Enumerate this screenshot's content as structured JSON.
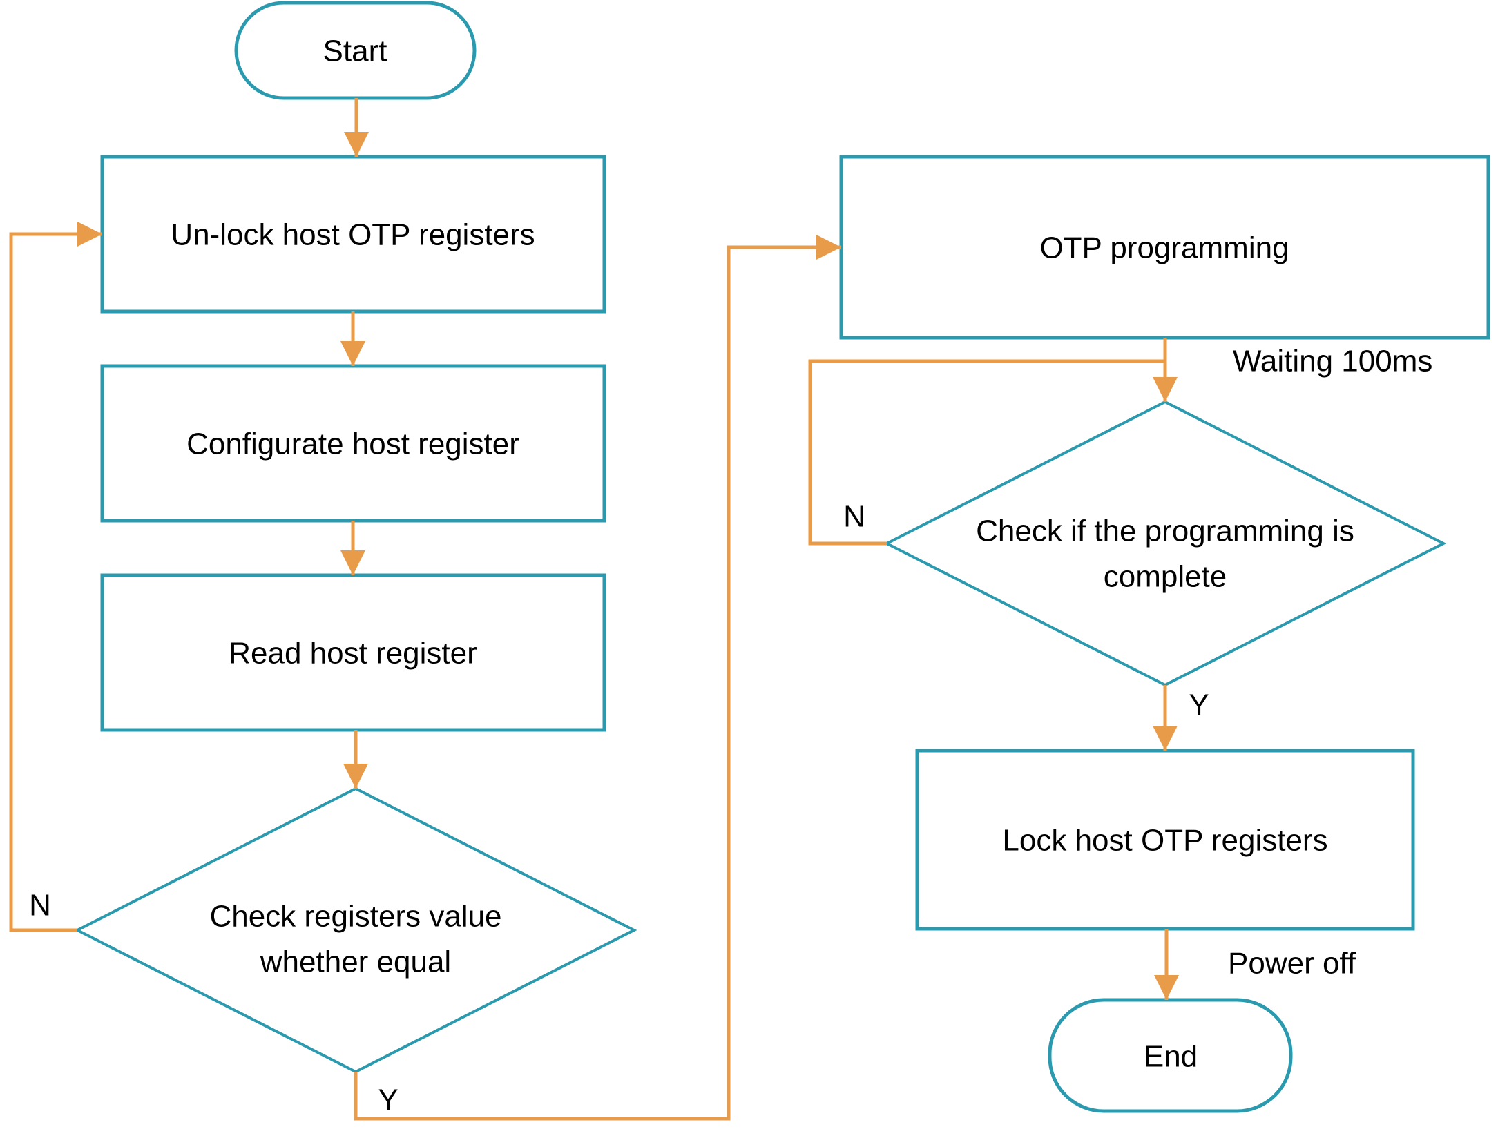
{
  "flowchart": {
    "background": "#ffffff",
    "colors": {
      "shape_stroke": "#2B99AE",
      "arrow": "#E89B49",
      "text": "#000000"
    },
    "nodes": {
      "start": {
        "type": "terminator",
        "label": "Start"
      },
      "unlock": {
        "type": "process",
        "label": "Un-lock host OTP registers"
      },
      "configurate": {
        "type": "process",
        "label": "Configurate host register"
      },
      "read": {
        "type": "process",
        "label": "Read host register"
      },
      "check_registers": {
        "type": "decision",
        "lines": [
          "Check registers value",
          "whether equal"
        ]
      },
      "otp_programming": {
        "type": "process",
        "label": "OTP programming"
      },
      "check_programming": {
        "type": "decision",
        "lines": [
          "Check if the programming is",
          "complete"
        ]
      },
      "lock": {
        "type": "process",
        "label": "Lock host OTP registers"
      },
      "end": {
        "type": "terminator",
        "label": "End"
      }
    },
    "edges": [
      {
        "from": "start",
        "to": "unlock",
        "label": ""
      },
      {
        "from": "unlock",
        "to": "configurate",
        "label": ""
      },
      {
        "from": "configurate",
        "to": "read",
        "label": ""
      },
      {
        "from": "read",
        "to": "check_registers",
        "label": ""
      },
      {
        "from": "check_registers",
        "to": "unlock",
        "label": "N"
      },
      {
        "from": "check_registers",
        "to": "otp_programming",
        "label": "Y"
      },
      {
        "from": "otp_programming",
        "to": "check_programming",
        "label": "Waiting 100ms"
      },
      {
        "from": "check_programming",
        "to": "check_programming",
        "label": "N"
      },
      {
        "from": "check_programming",
        "to": "lock",
        "label": "Y"
      },
      {
        "from": "lock",
        "to": "end",
        "label": "Power off"
      }
    ]
  }
}
